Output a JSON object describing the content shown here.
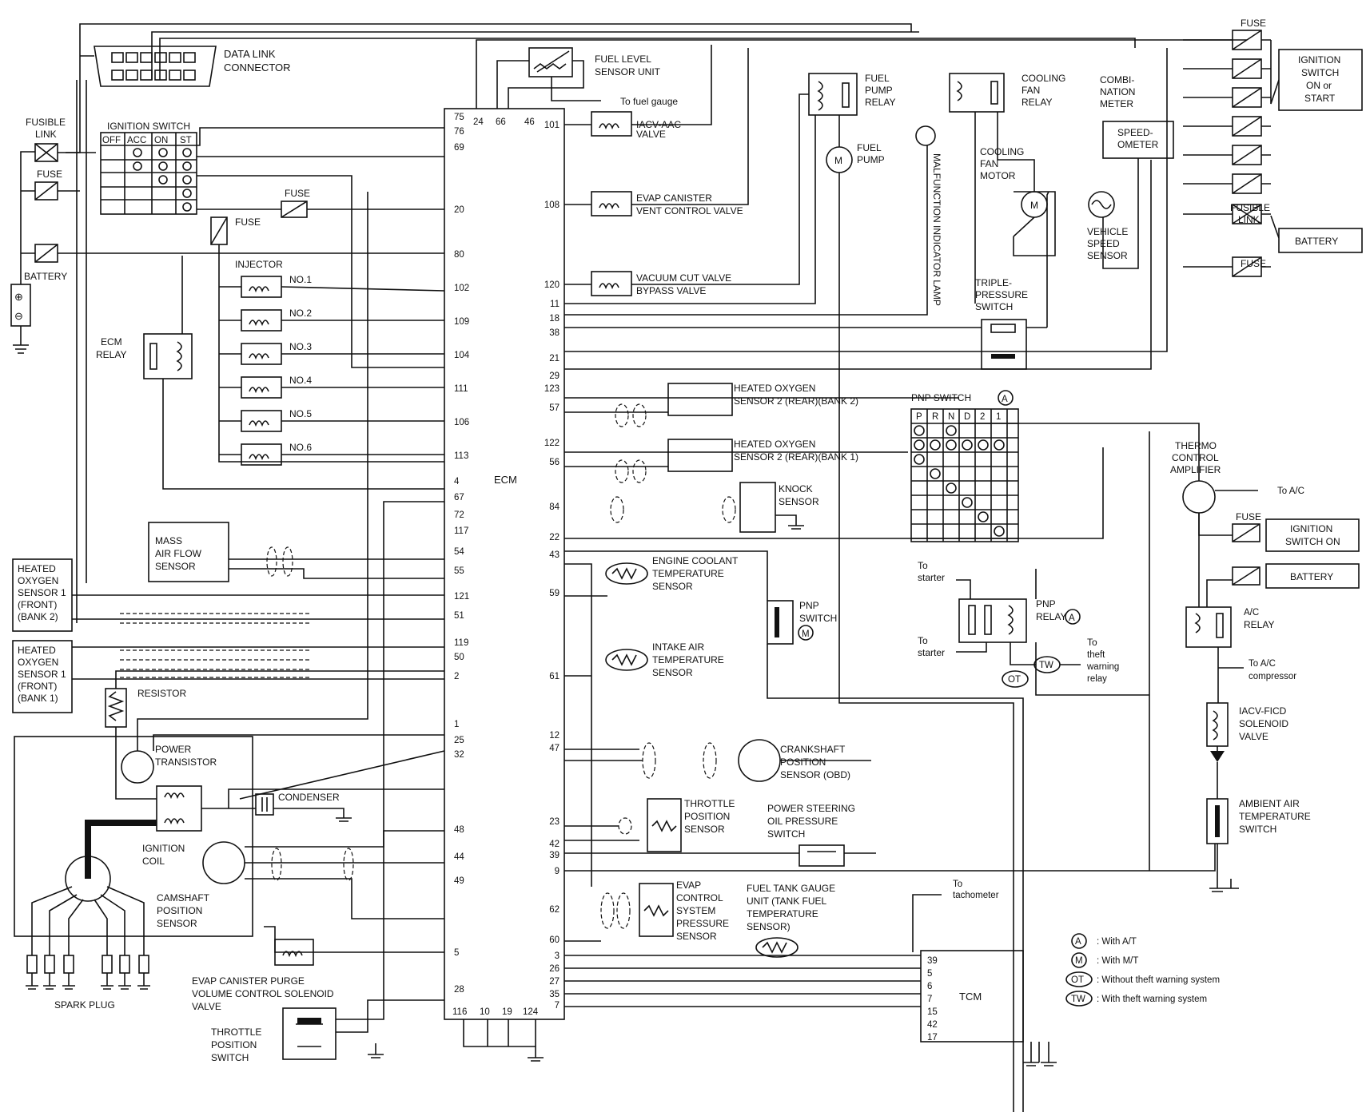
{
  "ecm": {
    "label": "ECM",
    "left_pins": [
      "75",
      "76",
      "69",
      "20",
      "80",
      "102",
      "109",
      "104",
      "111",
      "106",
      "113",
      "4",
      "67",
      "72",
      "117",
      "54",
      "55",
      "121",
      "51",
      "119",
      "50",
      "2",
      "1",
      "25",
      "32",
      "48",
      "44",
      "49",
      "5",
      "28"
    ],
    "top_pins": [
      "24",
      "66",
      "46"
    ],
    "right_pins": [
      "101",
      "108",
      "120",
      "11",
      "18",
      "38",
      "21",
      "29",
      "123",
      "57",
      "122",
      "56",
      "84",
      "22",
      "43",
      "59",
      "61",
      "12",
      "47",
      "23",
      "42",
      "39",
      "9",
      "62",
      "60",
      "3",
      "26",
      "27",
      "35",
      "7"
    ],
    "bottom_pins": [
      "116",
      "10",
      "19",
      "124"
    ]
  },
  "labels": {
    "data_link_1": "DATA LINK",
    "data_link_2": "CONNECTOR",
    "fusible_link_1": "FUSIBLE",
    "fusible_link_2": "LINK",
    "fuse": "FUSE",
    "battery": "BATTERY",
    "ignition_switch": "IGNITION SWITCH",
    "ign_off": "OFF",
    "ign_acc": "ACC",
    "ign_on": "ON",
    "ign_st": "ST",
    "injector": "INJECTOR",
    "no1": "NO.1",
    "no2": "NO.2",
    "no3": "NO.3",
    "no4": "NO.4",
    "no5": "NO.5",
    "no6": "NO.6",
    "ecm_relay_1": "ECM",
    "ecm_relay_2": "RELAY",
    "maf_1": "MASS",
    "maf_2": "AIR FLOW",
    "maf_3": "SENSOR",
    "ho2_1": "HEATED",
    "ho2_2": "OXYGEN",
    "ho2_3": "SENSOR 1",
    "ho2_front": "(FRONT)",
    "ho2_bank2": "(BANK 2)",
    "ho2_bank1": "(BANK 1)",
    "resistor": "RESISTOR",
    "power_tr_1": "POWER",
    "power_tr_2": "TRANSISTOR",
    "condenser": "CONDENSER",
    "ign_coil_1": "IGNITION",
    "ign_coil_2": "COIL",
    "cmp_1": "CAMSHAFT",
    "cmp_2": "POSITION",
    "cmp_3": "SENSOR",
    "spark_plug": "SPARK PLUG",
    "evap_purge_1": "EVAP CANISTER PURGE",
    "evap_purge_2": "VOLUME CONTROL SOLENOID",
    "evap_purge_3": "VALVE",
    "tps_sw_1": "THROTTLE",
    "tps_sw_2": "POSITION",
    "tps_sw_3": "SWITCH",
    "fuel_level_1": "FUEL LEVEL",
    "fuel_level_2": "SENSOR UNIT",
    "to_fuel_gauge": "To fuel gauge",
    "iacv_aac_1": "IACV-AAC",
    "iacv_aac_2": "VALVE",
    "evap_vent_1": "EVAP CANISTER",
    "evap_vent_2": "VENT CONTROL VALVE",
    "vac_cut_1": "VACUUM CUT VALVE",
    "vac_cut_2": "BYPASS VALVE",
    "fuel_pump_relay_1": "FUEL",
    "fuel_pump_relay_2": "PUMP",
    "fuel_pump_relay_3": "RELAY",
    "fuel_pump_1": "FUEL",
    "fuel_pump_2": "PUMP",
    "mil": "MALFUNCTION INDICATOR LAMP",
    "cool_relay_1": "COOLING",
    "cool_relay_2": "FAN",
    "cool_relay_3": "RELAY",
    "cool_motor_1": "COOLING",
    "cool_motor_2": "FAN",
    "cool_motor_3": "MOTOR",
    "combi_1": "COMBI-",
    "combi_2": "NATION",
    "combi_3": "METER",
    "speedo_1": "SPEED-",
    "speedo_2": "OMETER",
    "vss_1": "VEHICLE",
    "vss_2": "SPEED",
    "vss_3": "SENSOR",
    "ign_on_start_1": "IGNITION",
    "ign_on_start_2": "SWITCH",
    "ign_on_start_3": "ON or",
    "ign_on_start_4": "START",
    "triple_1": "TRIPLE-",
    "triple_2": "PRESSURE",
    "triple_3": "SWITCH",
    "ho2r2_1": "HEATED OXYGEN",
    "ho2r2_2": "SENSOR 2 (REAR)(BANK 2)",
    "ho2r1_1": "HEATED OXYGEN",
    "ho2r1_2": "SENSOR 2 (REAR)(BANK 1)",
    "knock_1": "KNOCK",
    "knock_2": "SENSOR",
    "ect_1": "ENGINE COOLANT",
    "ect_2": "TEMPERATURE",
    "ect_3": "SENSOR",
    "iat_1": "INTAKE AIR",
    "iat_2": "TEMPERATURE",
    "iat_3": "SENSOR",
    "pnp_m_1": "PNP",
    "pnp_m_2": "SWITCH",
    "pnp_switch": "PNP SWITCH",
    "pnp_cols": [
      "P",
      "R",
      "N",
      "D",
      "2",
      "1"
    ],
    "to_starter": "To",
    "starter": "starter",
    "pnp_relay_1": "PNP",
    "pnp_relay_2": "RELAY",
    "to_theft_1": "To",
    "to_theft_2": "theft",
    "to_theft_3": "warning",
    "to_theft_4": "relay",
    "tw": "TW",
    "ot": "OT",
    "thermo_1": "THERMO",
    "thermo_2": "CONTROL",
    "thermo_3": "AMPLIFIER",
    "to_ac": "To A/C",
    "ign_sw_on_1": "IGNITION",
    "ign_sw_on_2": "SWITCH ON",
    "ac_relay_1": "A/C",
    "ac_relay_2": "RELAY",
    "to_ac_comp_1": "To A/C",
    "to_ac_comp_2": "compressor",
    "ficd_1": "IACV-FICD",
    "ficd_2": "SOLENOID",
    "ficd_3": "VALVE",
    "ambient_1": "AMBIENT AIR",
    "ambient_2": "TEMPERATURE",
    "ambient_3": "SWITCH",
    "ckp_1": "CRANKSHAFT",
    "ckp_2": "POSITION",
    "ckp_3": "SENSOR (OBD)",
    "tps_1": "THROTTLE",
    "tps_2": "POSITION",
    "tps_3": "SENSOR",
    "ps_1": "POWER STEERING",
    "ps_2": "OIL PRESSURE",
    "ps_3": "SWITCH",
    "evap_press_1": "EVAP",
    "evap_press_2": "CONTROL",
    "evap_press_3": "SYSTEM",
    "evap_press_4": "PRESSURE",
    "evap_press_5": "SENSOR",
    "ftt_1": "FUEL TANK GAUGE",
    "ftt_2": "UNIT (TANK FUEL",
    "ftt_3": "TEMPERATURE",
    "ftt_4": "SENSOR)",
    "to_tach_1": "To",
    "to_tach_2": "tachometer",
    "tcm": "TCM",
    "tcm_pins": [
      "39",
      "5",
      "6",
      "7",
      "15",
      "42",
      "17"
    ]
  },
  "legend": [
    {
      "sym": "A",
      "text": ": With A/T"
    },
    {
      "sym": "M",
      "text": ": With M/T"
    },
    {
      "sym": "OT",
      "text": ": Without theft warning system"
    },
    {
      "sym": "TW",
      "text": ": With theft warning system"
    }
  ]
}
